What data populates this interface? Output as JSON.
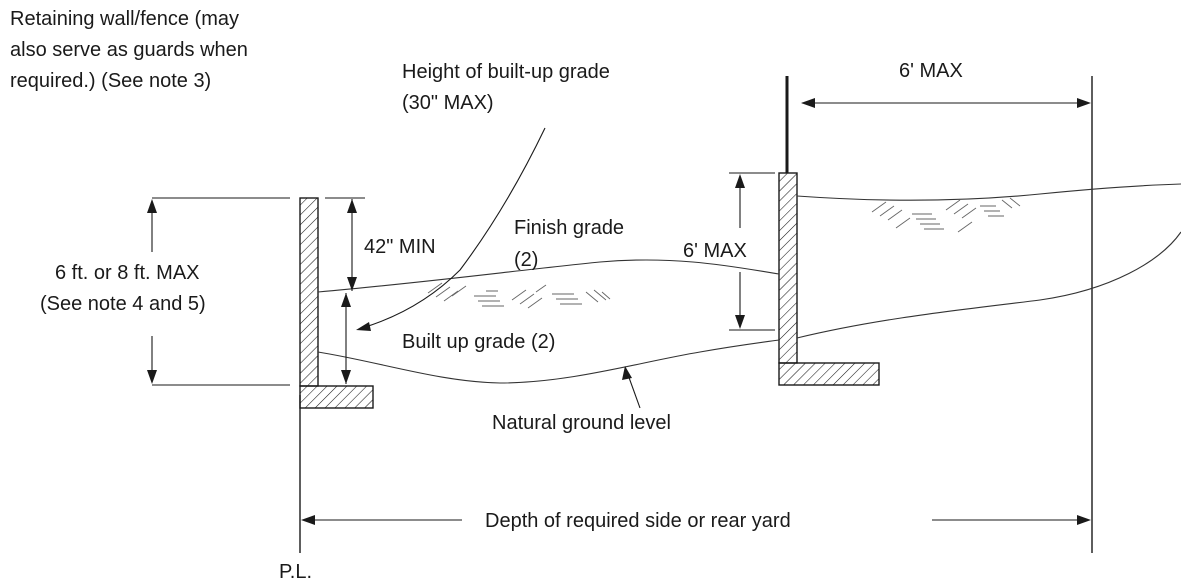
{
  "labels": {
    "wall_note_line1": "Retaining wall/fence (may",
    "wall_note_line2": "also serve as guards when",
    "wall_note_line3": "required.) (See note 3)",
    "built_height_line1": "Height of built-up grade",
    "built_height_line2": "(30\" MAX)",
    "top_dim": "6' MAX",
    "min42": "42\" MIN",
    "finish_grade_line1": "Finish grade",
    "finish_grade_line2": "(2)",
    "right_wall_dim": "6' MAX",
    "left_dim_line1": "6 ft. or 8 ft. MAX",
    "left_dim_line2": "(See note 4 and 5)",
    "built_up_grade": "Built up grade (2)",
    "natural_ground": "Natural ground level",
    "depth": "Depth of required side or rear yard",
    "property_line": "P.L."
  }
}
